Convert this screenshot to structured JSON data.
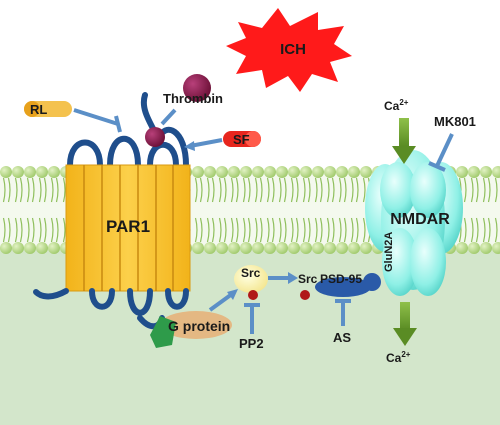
{
  "labels": {
    "ich": "ICH",
    "thrombin": "Thrombin",
    "rl": "RL",
    "sf": "SF",
    "par1": "PAR1",
    "ca_top": "Ca",
    "ca_top_sup": "2+",
    "mk801": "MK801",
    "nmdar": "NMDAR",
    "glun2a": "GluN2A",
    "src1": "Src",
    "src2": "Src",
    "psd95": "PSD-95",
    "g_protein": "G protein",
    "pp2": "PP2",
    "as": "AS",
    "ca_bottom": "Ca",
    "ca_bottom_sup": "2+"
  },
  "colors": {
    "membrane_lipid": "#b9d989",
    "membrane_tail": "#8fbf5c",
    "cytoplasm": "#d6e7cf",
    "receptor": "#f7c021",
    "receptor_loop": "#1f4e8c",
    "nmdar": "#8ff0e6",
    "ich_burst": "#ff1a1a",
    "thrombin": "#8b1a4a",
    "activation_arrow": "#6a9c2e",
    "inhibit_line": "#5b8fc7",
    "g_protein": "#2e9b4a",
    "src": "#fff5b0"
  }
}
